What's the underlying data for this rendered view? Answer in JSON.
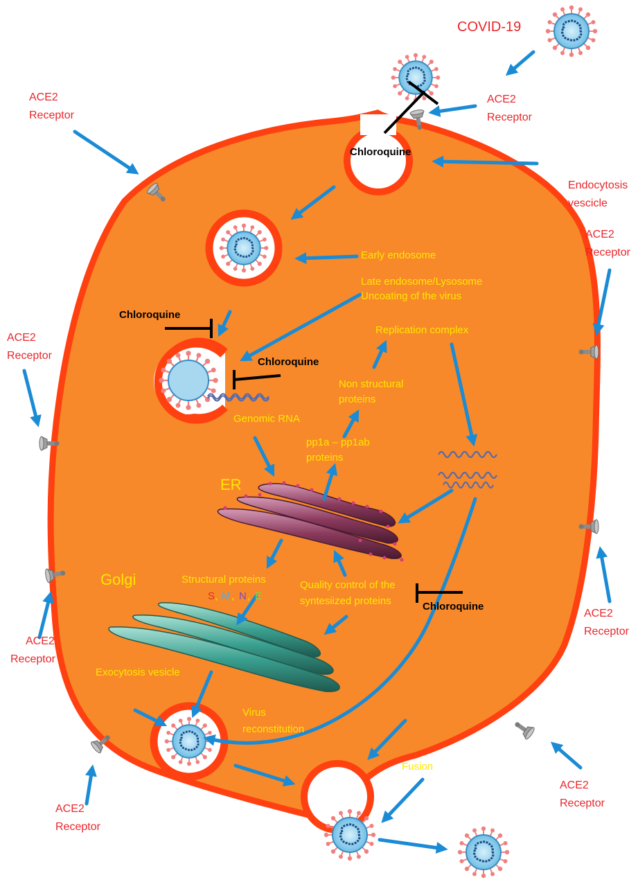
{
  "labels": {
    "covid": "COVID-19",
    "ace2_line1": "ACE2",
    "ace2_line2": "Receptor",
    "endocytosis_line1": "Endocytosis",
    "endocytosis_line2": "vescicle",
    "early_endosome": "Early endosome",
    "late_endosome_line1": "Late  endosome/Lysosome",
    "late_endosome_line2": "Uncoating of the virus",
    "replication_complex": "Replication complex",
    "non_structural_line1": "Non structural",
    "non_structural_line2": "proteins",
    "pp1a_line1": "pp1a – pp1ab",
    "pp1a_line2": "proteins",
    "genomic_rna": "Genomic RNA",
    "er": "ER",
    "golgi": "Golgi",
    "structural_proteins": "Structural proteins",
    "struct_s": "S",
    "struct_m": "M",
    "struct_n": "N",
    "struct_e": "E",
    "qc_line1": "Quality control of the",
    "qc_line2": "syntesiized proteins",
    "exocytosis_vesicle": "Exocytosis vesicle",
    "virus_recon_line1": "Virus",
    "virus_recon_line2": "reconstitution",
    "fusion": "Fusion",
    "chloroquine": "Chloroquine"
  },
  "colors": {
    "cytoplasm": "#f7892a",
    "membrane": "#ff4010",
    "arrow": "#1a8bd4",
    "virus_body": "#a8d8f0",
    "spike": "#f08080",
    "label_red": "#e8262b",
    "label_yellow": "#ffe600",
    "er": "#8a3a5c",
    "golgi": "#3aa090"
  }
}
